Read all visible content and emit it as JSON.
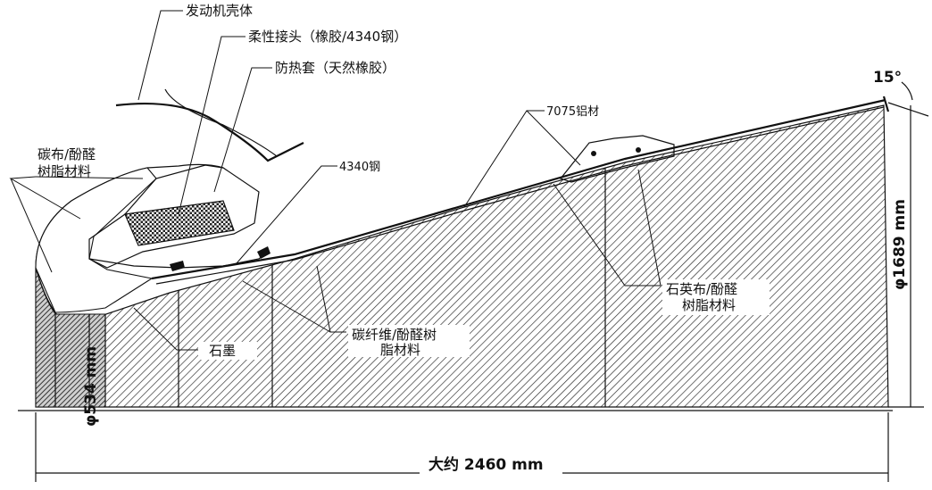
{
  "labels": {
    "engine_case": "发动机壳体",
    "flex_joint": "柔性接头（橡胶/4340钢）",
    "heat_shield": "防热套（天然橡胶）",
    "steel_4340": "4340钢",
    "aluminum_7075": "7075铝材",
    "carbon_cloth_line1": "碳布/酚醛",
    "carbon_cloth_line2": "树脂材料",
    "quartz_cloth_line1": "石英布/酚醛",
    "quartz_cloth_line2": "树脂材料",
    "carbon_fiber_line1": "碳纤维/酚醛树",
    "carbon_fiber_line2": "脂材料",
    "graphite": "石墨"
  },
  "dimensions": {
    "angle": "15°",
    "exit_diameter": "φ1689 mm",
    "throat_diameter": "φ534 mm",
    "length": "大约 2460 mm"
  },
  "colors": {
    "ink": "#111111",
    "background": "#ffffff"
  }
}
